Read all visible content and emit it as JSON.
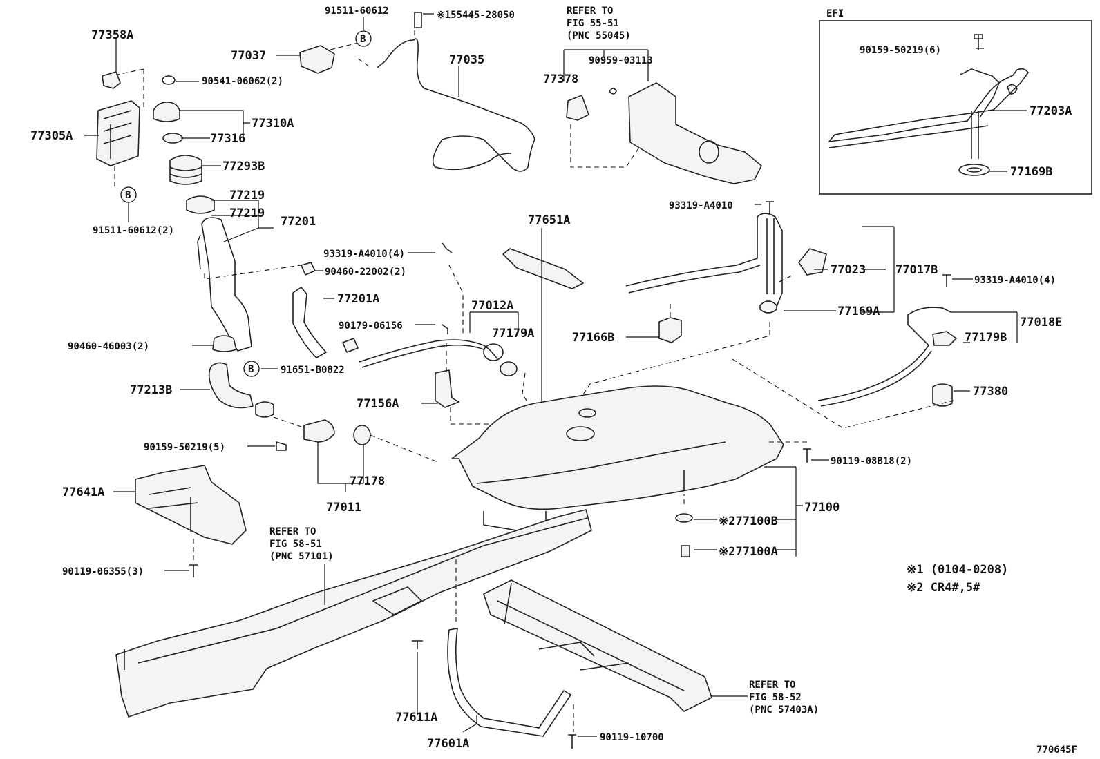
{
  "diagram": {
    "figure_id": "770645F",
    "inset_label": "EFI",
    "notes": [
      "※1 (0104-0208)",
      "※2 CR4#,5#"
    ],
    "callout_letter": "B",
    "refs": {
      "top": [
        "REFER TO",
        "FIG 55-51",
        "(PNC 55045)"
      ],
      "left": [
        "REFER TO",
        "FIG 58-51",
        "(PNC 57101)"
      ],
      "right": [
        "REFER TO",
        "FIG 58-52",
        "(PNC 57403A)"
      ]
    },
    "labels": {
      "p91511_top": "91511-60612",
      "p155445": "※155445-28050",
      "p77358A": "77358A",
      "p77037": "77037",
      "p77035": "77035",
      "p90541": "90541-06062(2)",
      "p77305A": "77305A",
      "p77310A": "77310A",
      "p77316": "77316",
      "p77293B": "77293B",
      "p91511_left": "91511-60612(2)",
      "p77219a": "77219",
      "p77219b": "77219",
      "p77201": "77201",
      "p90959": "90959-03113",
      "p77378": "77378",
      "p90159_inset": "90159-50219(6)",
      "p77203A": "77203A",
      "p77169B": "77169B",
      "p93319_a": "93319-A4010",
      "p77651A": "77651A",
      "p93319_b": "93319-A4010(4)",
      "p90460_22": "90460-22002(2)",
      "p77201A": "77201A",
      "p77012A": "77012A",
      "p90179": "90179-06156",
      "p77179A": "77179A",
      "p77023": "77023",
      "p77017B": "77017B",
      "p93319_c": "93319-A4010(4)",
      "p77169A": "77169A",
      "p77166B": "77166B",
      "p77018E": "77018E",
      "p77179B": "77179B",
      "p90460_46": "90460-46003(2)",
      "p91651": "91651-B0822",
      "p77213B": "77213B",
      "p77156A": "77156A",
      "p77380": "77380",
      "p90159_5": "90159-50219(5)",
      "p77178": "77178",
      "p77011": "77011",
      "p90119_08": "90119-08B18(2)",
      "p77641A": "77641A",
      "p77100": "77100",
      "p77100B": "※277100B",
      "p77100A": "※277100A",
      "p90119_06": "90119-06355(3)",
      "p77611A": "77611A",
      "p77601A": "77601A",
      "p90119_10": "90119-10700"
    }
  }
}
